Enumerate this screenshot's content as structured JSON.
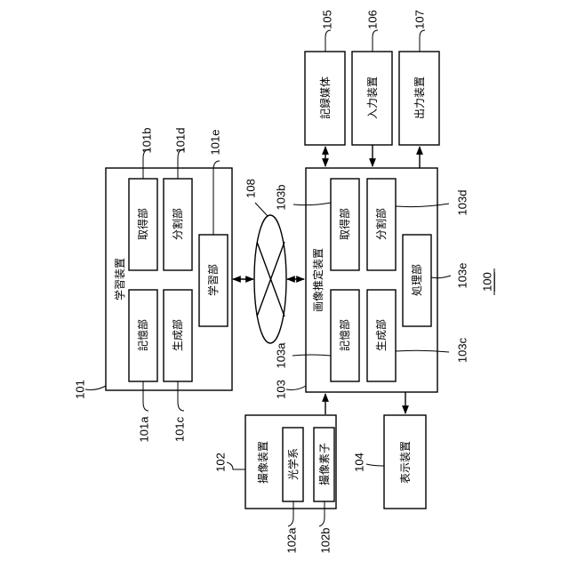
{
  "figure_number": "100",
  "network": {
    "ref": "108"
  },
  "learning_device": {
    "ref": "101",
    "label": "学習装置",
    "storage": {
      "ref": "101a",
      "label": "記憶部"
    },
    "acquisition": {
      "ref": "101b",
      "label": "取得部"
    },
    "generation": {
      "ref": "101c",
      "label": "生成部"
    },
    "division": {
      "ref": "101d",
      "label": "分割部"
    },
    "learning": {
      "ref": "101e",
      "label": "学習部"
    }
  },
  "imaging_device": {
    "ref": "102",
    "label": "撮像装置",
    "optics": {
      "ref": "102a",
      "label": "光学系"
    },
    "sensor": {
      "ref": "102b",
      "label": "撮像素子"
    }
  },
  "image_estimation_device": {
    "ref": "103",
    "label": "画像推定装置",
    "storage": {
      "ref": "103a",
      "label": "記憶部"
    },
    "acquisition": {
      "ref": "103b",
      "label": "取得部"
    },
    "generation": {
      "ref": "103c",
      "label": "生成部"
    },
    "division": {
      "ref": "103d",
      "label": "分割部"
    },
    "processing": {
      "ref": "103e",
      "label": "処理部"
    }
  },
  "display_device": {
    "ref": "104",
    "label": "表示装置"
  },
  "recording_medium": {
    "ref": "105",
    "label": "記録媒体"
  },
  "input_device": {
    "ref": "106",
    "label": "入力装置"
  },
  "output_device": {
    "ref": "107",
    "label": "出力装置"
  }
}
